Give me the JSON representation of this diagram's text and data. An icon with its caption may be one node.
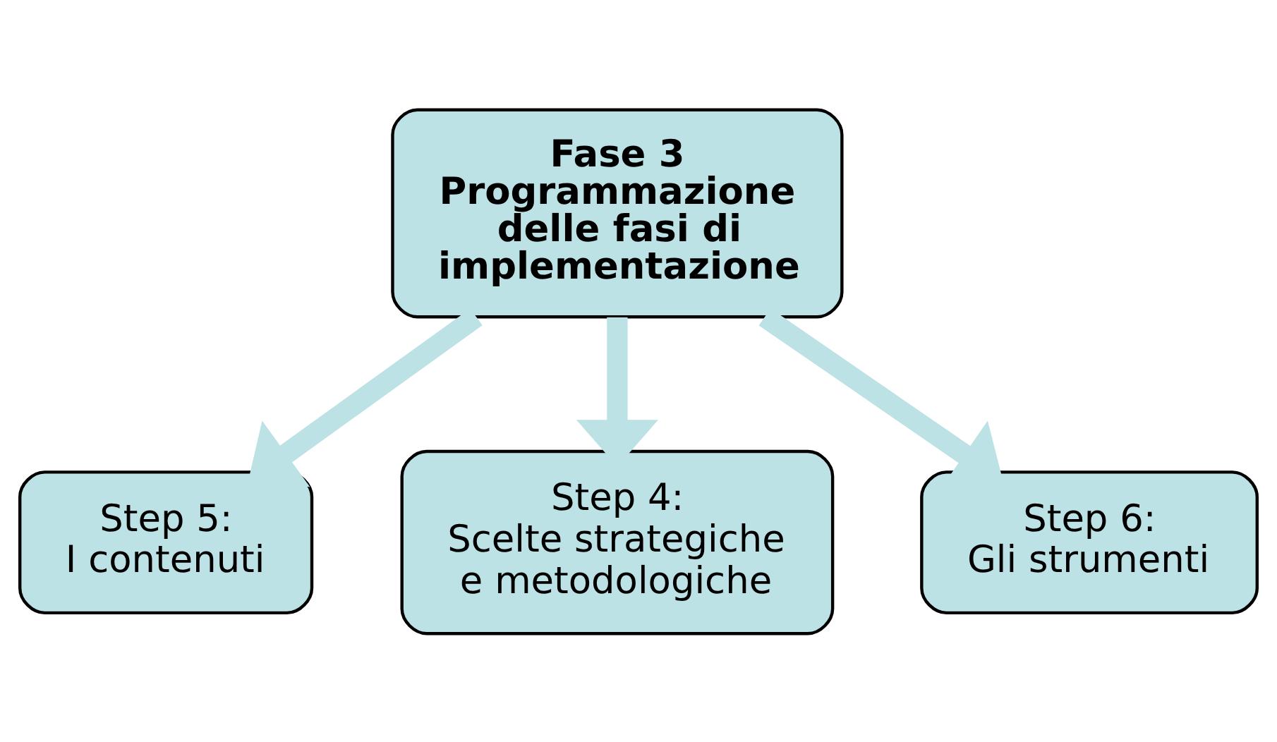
{
  "diagram": {
    "nodes": [
      {
        "text": [
          "Fase 3",
          "Programmazione delle fasi di implementazione"
        ]
      },
      {
        "text": [
          "Step 5:",
          "I contenuti"
        ]
      },
      {
        "text": [
          "Step 4:",
          "Scelte strategiche e metodologiche"
        ]
      },
      {
        "text": [
          "Step 6:",
          "Gli strumenti"
        ]
      }
    ],
    "edges": [
      {
        "from": 0,
        "to": 1,
        "arrow": "to"
      },
      {
        "from": 0,
        "to": 2,
        "arrow": "to"
      },
      {
        "from": 0,
        "to": 3,
        "arrow": "to"
      }
    ]
  }
}
